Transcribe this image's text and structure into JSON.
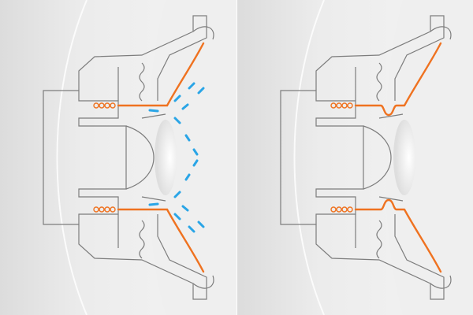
{
  "panels": [
    {
      "id": "left",
      "variant": "airflow"
    },
    {
      "id": "right",
      "variant": "surround"
    }
  ],
  "colors": {
    "background": "#e9e9e9",
    "outline": "#7d7d7d",
    "cone": "#ef7220",
    "coil": "#ef7220",
    "airflow": "#2aa5e6"
  }
}
